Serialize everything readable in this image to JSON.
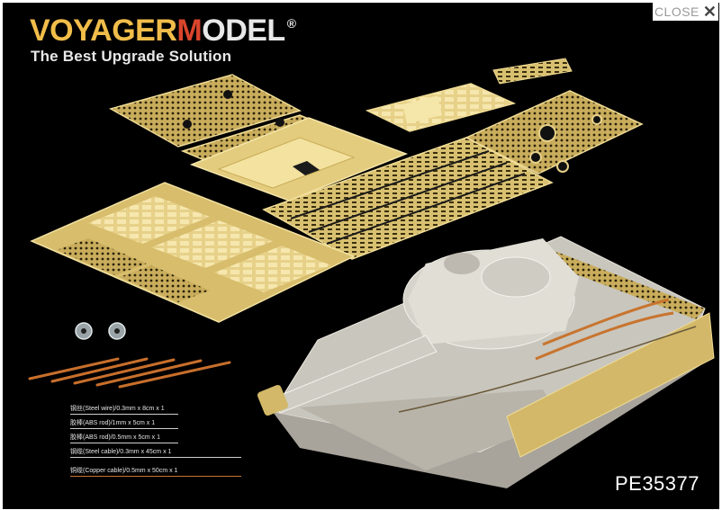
{
  "brand": {
    "name_part1": "VOYAGER",
    "name_part2": "M",
    "name_part3": "ODEL",
    "registered": "®",
    "tagline": "The Best Upgrade Solution"
  },
  "close": {
    "label": "CLOSE",
    "icon": "close-icon"
  },
  "legend": [
    {
      "text": "钢丝(Steel wire)/0.3mm x 8cm x 1",
      "color": "#cfcfcf"
    },
    {
      "text": "胶棒(ABS rod)/1mm x 5cm x 1",
      "color": "#cfcfcf"
    },
    {
      "text": "胶棒(ABS rod)/0.5mm x 5cm x 1",
      "color": "#cfcfcf"
    },
    {
      "text": "钢缆(Steel cable)/0.3mm x 45cm x 1",
      "color": "#cfcfcf"
    },
    {
      "text": "铜缆(Copper cable)/0.5mm x 50cm x 1",
      "color": "#c8742e"
    }
  ],
  "product_code": "PE35377",
  "colors": {
    "brass": "#d9c27a",
    "brass_light": "#f3e2a0",
    "background": "#000000",
    "copper": "#c8742e",
    "tank_gray": "#d7d4cc"
  }
}
